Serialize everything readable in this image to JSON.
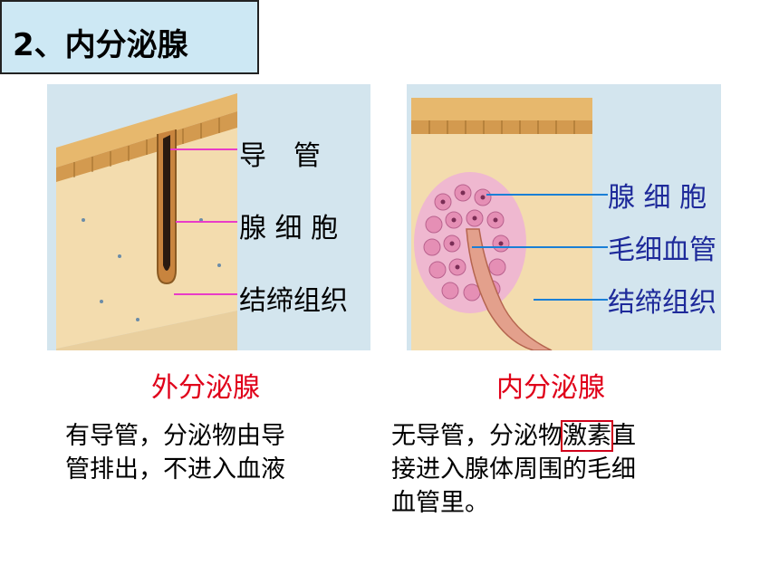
{
  "title": "2、内分泌腺",
  "left_panel": {
    "labels": [
      "导　管",
      "腺 细 胞",
      "结缔组织"
    ],
    "caption": "外分泌腺",
    "description_line1": "有导管，分泌物由导",
    "description_line2": "管排出，不进入血液"
  },
  "right_panel": {
    "labels": [
      "腺 细 胞",
      "毛细血管",
      "结缔组织"
    ],
    "caption": "内分泌腺",
    "description_pre": "无导管，分泌物",
    "description_highlight": "激素",
    "description_post": "直",
    "description_line2": "接进入腺体周围的毛细",
    "description_line3": "血管里。"
  },
  "colors": {
    "title_bg": "#cde8f4",
    "caption": "#e0001a",
    "left_leader": "#e83cc8",
    "right_leader": "#1a7fd6",
    "right_label": "#1e2a9a",
    "panel_bg": "#cfe3ec",
    "tissue": "#f3dcae"
  }
}
